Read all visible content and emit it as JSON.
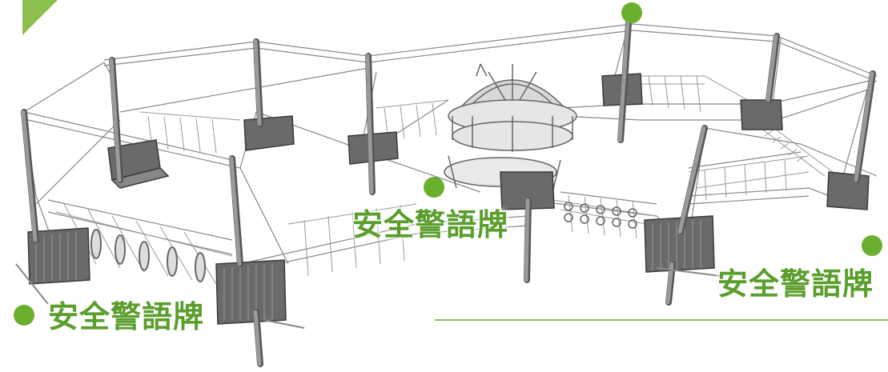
{
  "labels": {
    "center": "安全警語牌",
    "right": "安全警語牌",
    "left": "安全警語牌"
  },
  "colors": {
    "accent_green": "#6ab02e",
    "label_green": "#5a9e2c",
    "line_green": "#8cbf5c",
    "structure": "#555555",
    "structure_light": "#9a9a9a",
    "platform_fill": "#6a6a6a"
  },
  "icons": {
    "marker": "green-dot-icon",
    "corner": "corner-triangle-icon"
  }
}
